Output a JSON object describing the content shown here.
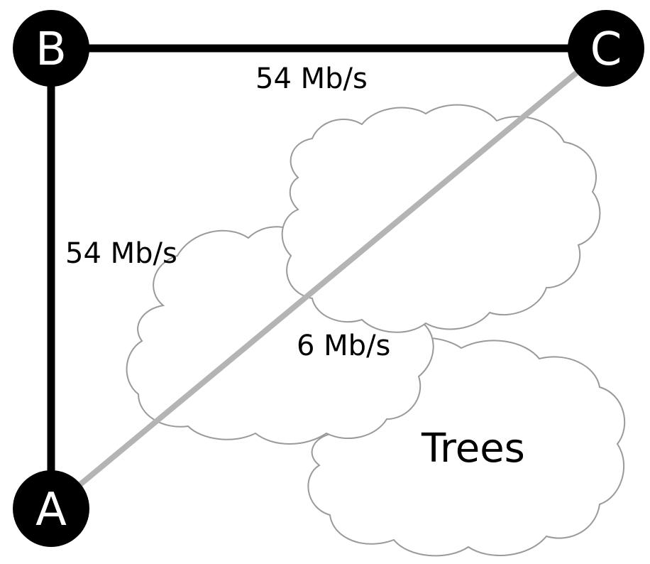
{
  "nodes": {
    "a": {
      "label": "A"
    },
    "b": {
      "label": "B"
    },
    "c": {
      "label": "C"
    }
  },
  "links": {
    "b_c": {
      "rate": "54 Mb/s"
    },
    "a_b": {
      "rate": "54 Mb/s"
    },
    "a_c": {
      "rate": "6 Mb/s"
    }
  },
  "obstacle": {
    "label": "Trees"
  },
  "colors": {
    "node_fill": "#000000",
    "node_text": "#ffffff",
    "strong_link": "#000000",
    "weak_link": "#b4b4b4",
    "cloud_outline": "#9a9a9a"
  }
}
